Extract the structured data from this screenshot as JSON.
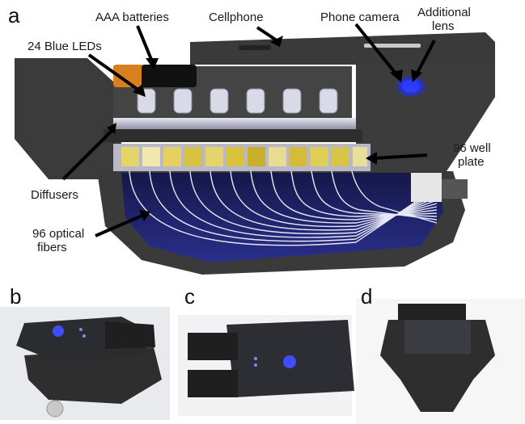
{
  "panels": {
    "a": "a",
    "b": "b",
    "c": "c",
    "d": "d"
  },
  "labels": {
    "batteries": "AAA batteries",
    "cellphone": "Cellphone",
    "camera": "Phone camera",
    "lens_line1": "Additional",
    "lens_line2": "lens",
    "leds": "24 Blue LEDs",
    "plate_line1": "96 well",
    "plate_line2": "plate",
    "diffusers": "Diffusers",
    "fibers_line1": "96 optical",
    "fibers_line2": "fibers"
  },
  "colors": {
    "housing": "#3f3f3f",
    "housing_dark": "#2b2b2b",
    "battery_orange": "#d8801e",
    "led_glow": "#2f3dff",
    "fiber": "#f4f4ff",
    "well_yellow": "#d7c33a"
  }
}
